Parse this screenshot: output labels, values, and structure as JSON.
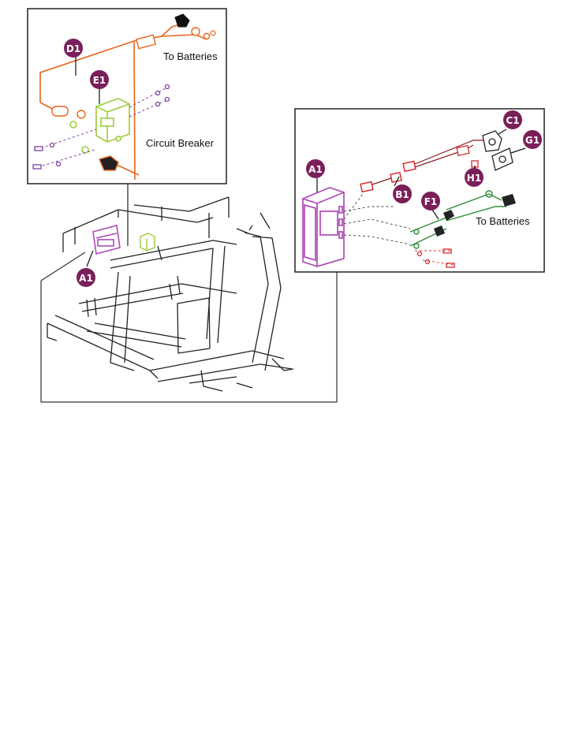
{
  "labels": {
    "to_batteries_top": "To Batteries",
    "circuit_breaker": "Circuit Breaker",
    "to_batteries_right": "To Batteries"
  },
  "callouts": {
    "d1": "D1",
    "e1": "E1",
    "a1_frame": "A1",
    "a1_detail": "A1",
    "b1": "B1",
    "c1": "C1",
    "f1": "F1",
    "g1": "G1",
    "h1": "H1"
  },
  "colors": {
    "badge": "#7a1f5a",
    "harness_orange": "#e8641c",
    "breaker_green": "#9ccc3c",
    "controller_purple": "#b04ab8",
    "fastener_purple": "#7b3fa0",
    "battery_green": "#2e8b3a",
    "connector_red": "#d8282e",
    "line_dark": "#222222"
  }
}
